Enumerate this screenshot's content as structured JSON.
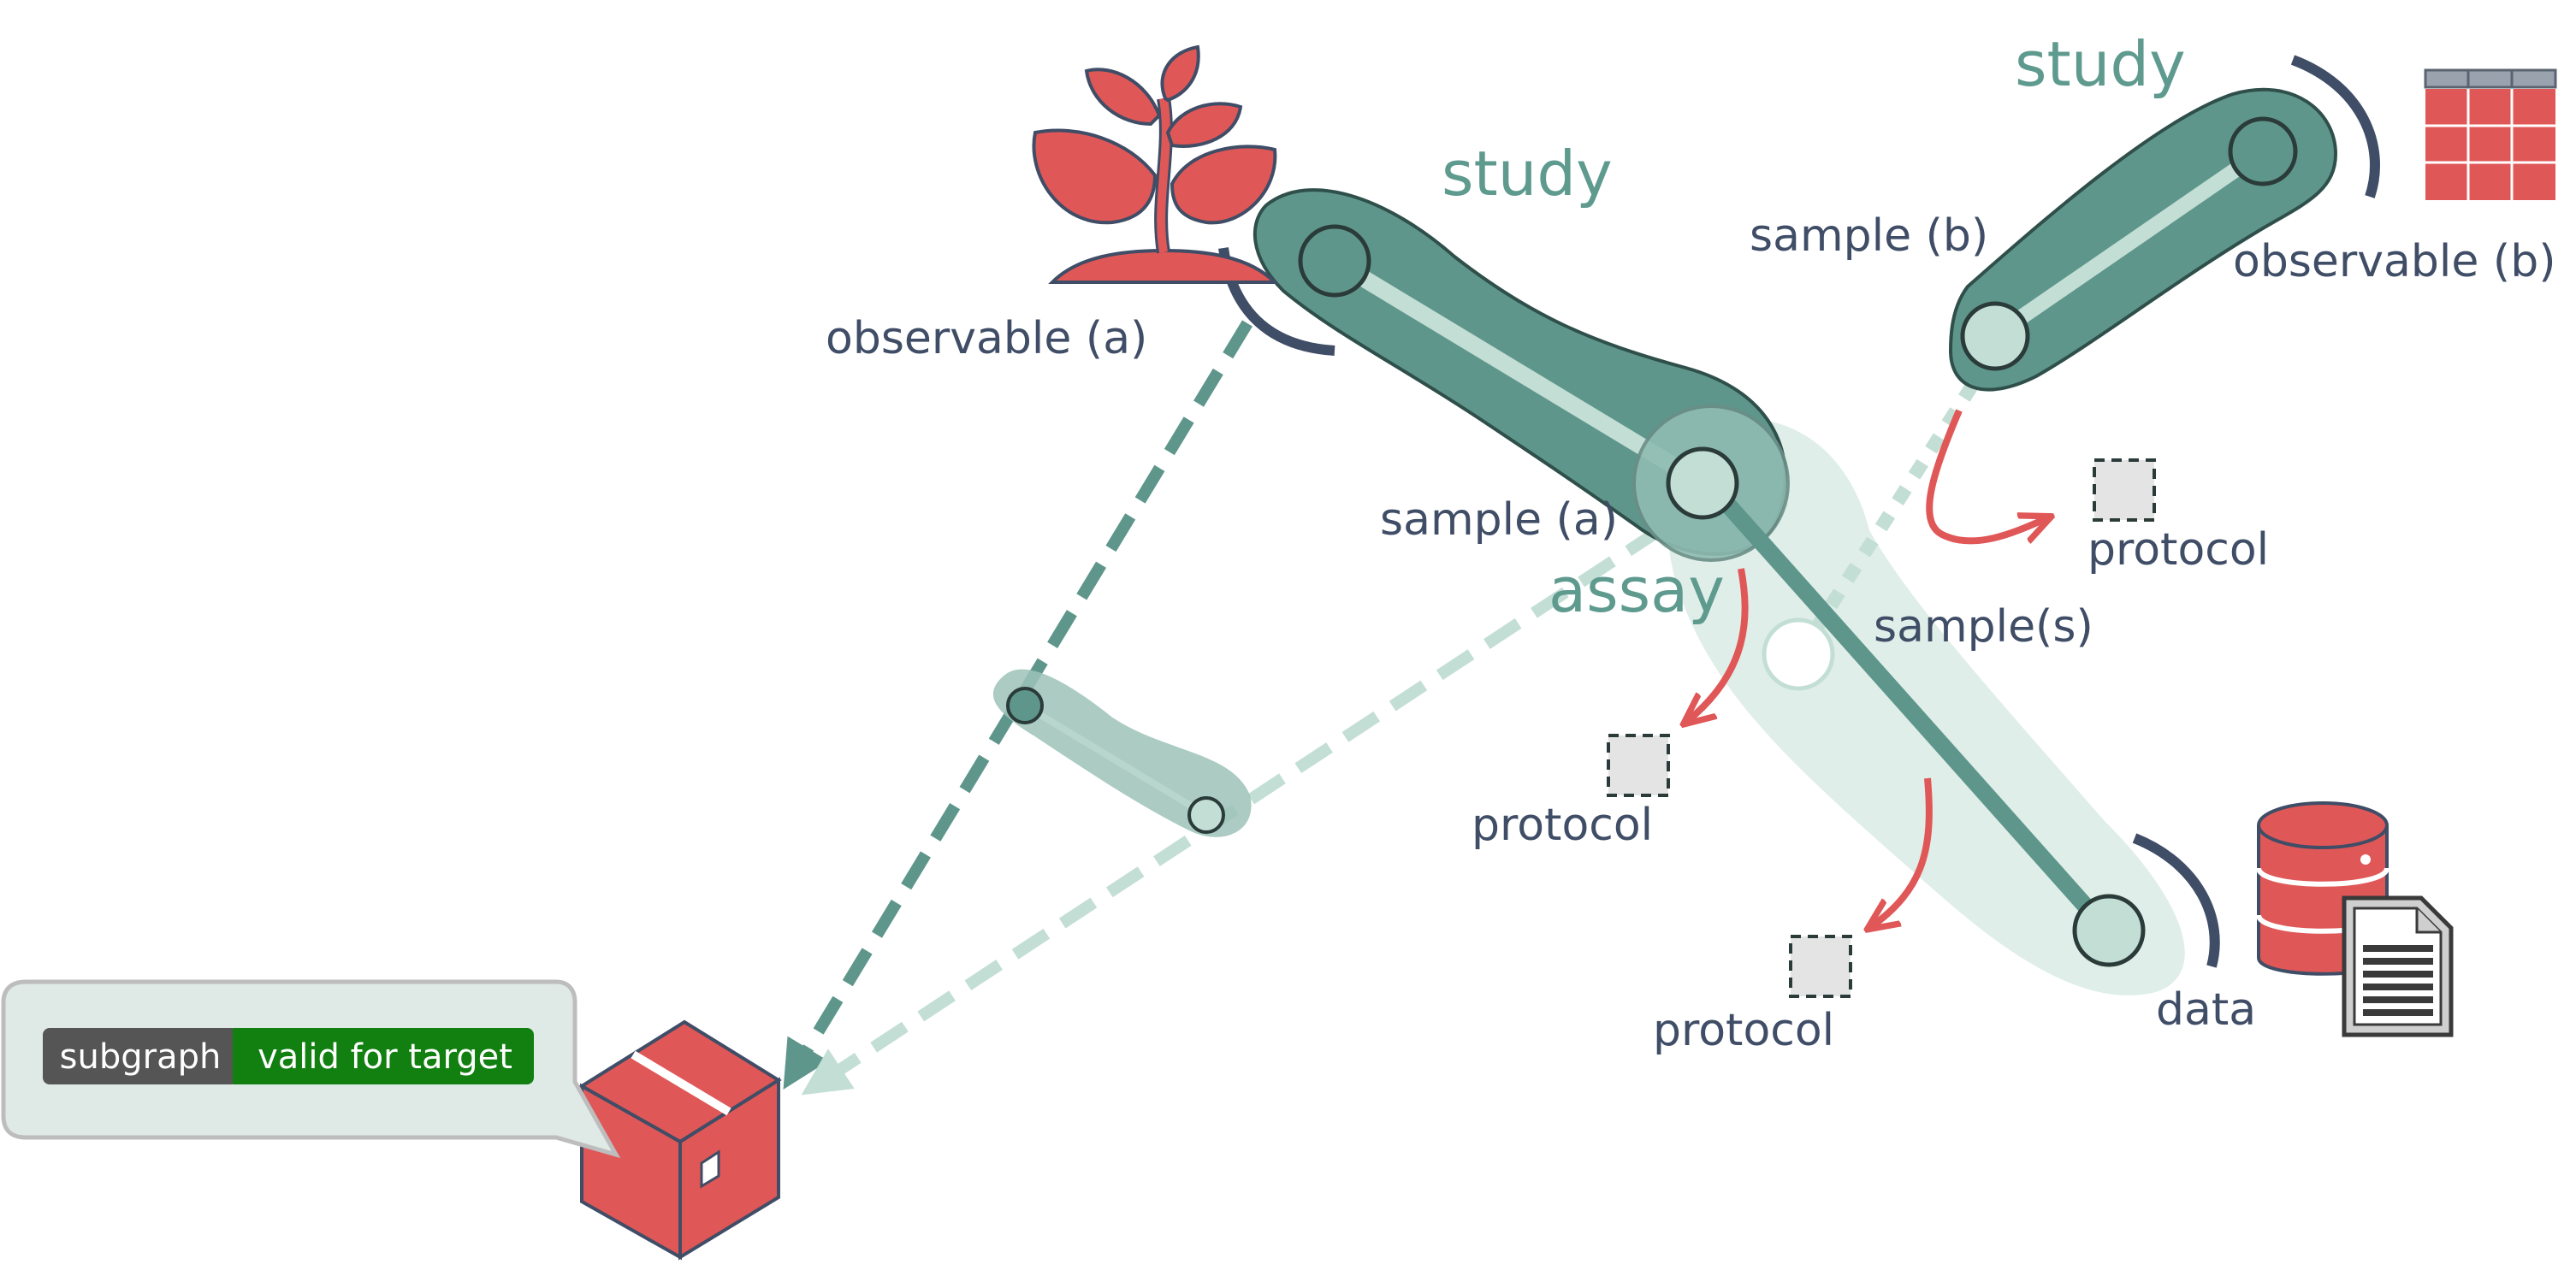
{
  "colors": {
    "study_dark": "#5f968c",
    "study_light": "#c3ded4",
    "accent_red": "#e05757",
    "navy": "#3f4d66",
    "badge_grey": "#555555",
    "badge_green": "#118011"
  },
  "labels": {
    "study_left": "study",
    "study_right": "study",
    "assay": "assay",
    "observable_a": "observable (a)",
    "observable_b": "observable (b)",
    "sample_a": "sample (a)",
    "sample_b": "sample (b)",
    "samples": "sample(s)",
    "data": "data",
    "protocol_right": "protocol",
    "protocol_mid": "protocol",
    "protocol_low": "protocol"
  },
  "badge": {
    "left": "subgraph",
    "right": "valid for target"
  },
  "icons": [
    "plant-icon",
    "table-icon",
    "database-icon",
    "document-icon",
    "package-box-icon"
  ]
}
